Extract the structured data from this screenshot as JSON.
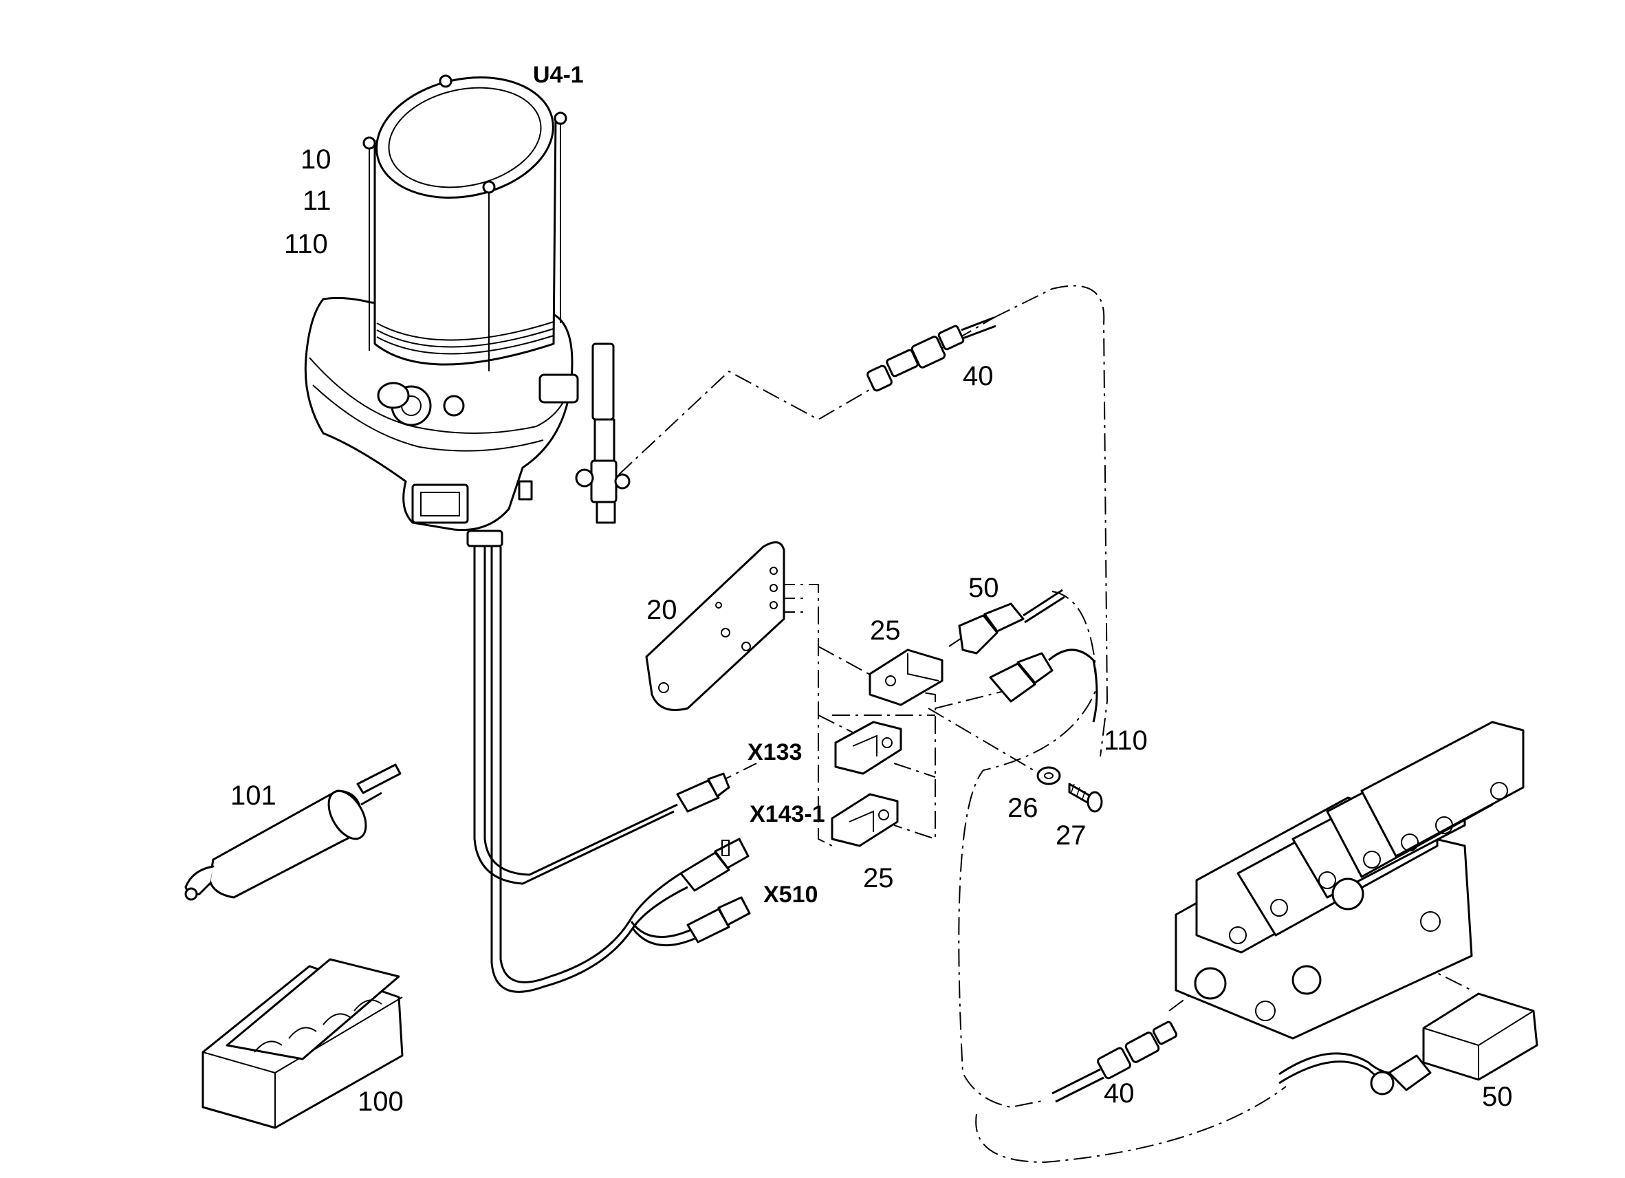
{
  "labels": {
    "u4_1": "U4-1",
    "p10": "10",
    "p11": "11",
    "p110_top": "110",
    "p40_top": "40",
    "p20": "20",
    "p50_top": "50",
    "p25_top": "25",
    "p110_right": "110",
    "x133": "X133",
    "x143_1": "X143-1",
    "x510": "X510",
    "p26": "26",
    "p27": "27",
    "p25_bottom": "25",
    "p101": "101",
    "p100": "100",
    "p40_bottom": "40",
    "p50_bottom": "50"
  }
}
